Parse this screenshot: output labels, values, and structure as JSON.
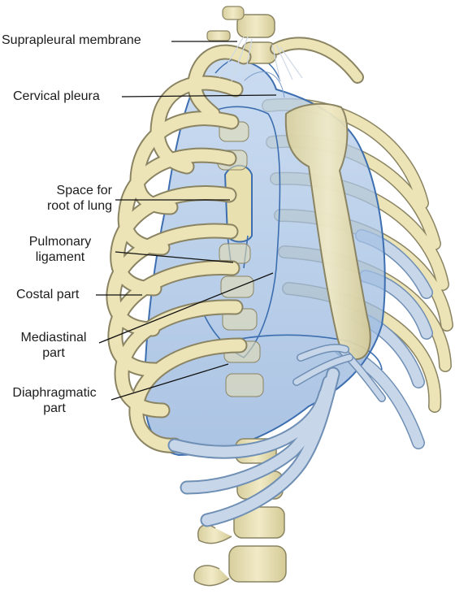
{
  "figure": {
    "labels": {
      "suprapleural": "Suprapleural membrane",
      "cervical": "Cervical pleura",
      "root_line1": "Space for",
      "root_line2": "root of lung",
      "pulm_line1": "Pulmonary",
      "pulm_line2": "ligament",
      "costal": "Costal part",
      "med_line1": "Mediastinal",
      "med_line2": "part",
      "dia_line1": "Diaphragmatic",
      "dia_line2": "part"
    }
  },
  "colors": {
    "bone": "#ece3b6",
    "bone_outline": "#8a8463",
    "pleura": "#a9c4e4",
    "pleura_outline": "#3d6fb0",
    "leader": "#111111"
  }
}
